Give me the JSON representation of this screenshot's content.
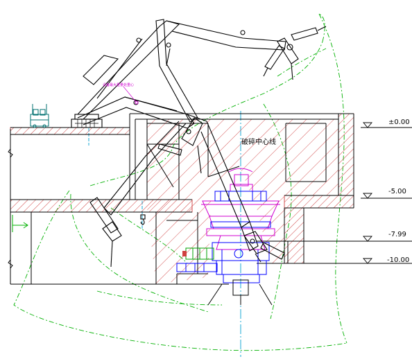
{
  "labels": {
    "crusher_centerline": "破碎中心线",
    "equipment_note": "设备最大重量处重心"
  },
  "levels": [
    "±0.00",
    "-5.00",
    "-7.99",
    "-10.00"
  ],
  "colors": {
    "structure": "#000000",
    "hatch": "#d04040",
    "envelope": "#00b000",
    "crusher": "#0000ff",
    "crusher_frame": "#d000d0",
    "centerline": "#00a0d0",
    "note": "#d000d0"
  }
}
